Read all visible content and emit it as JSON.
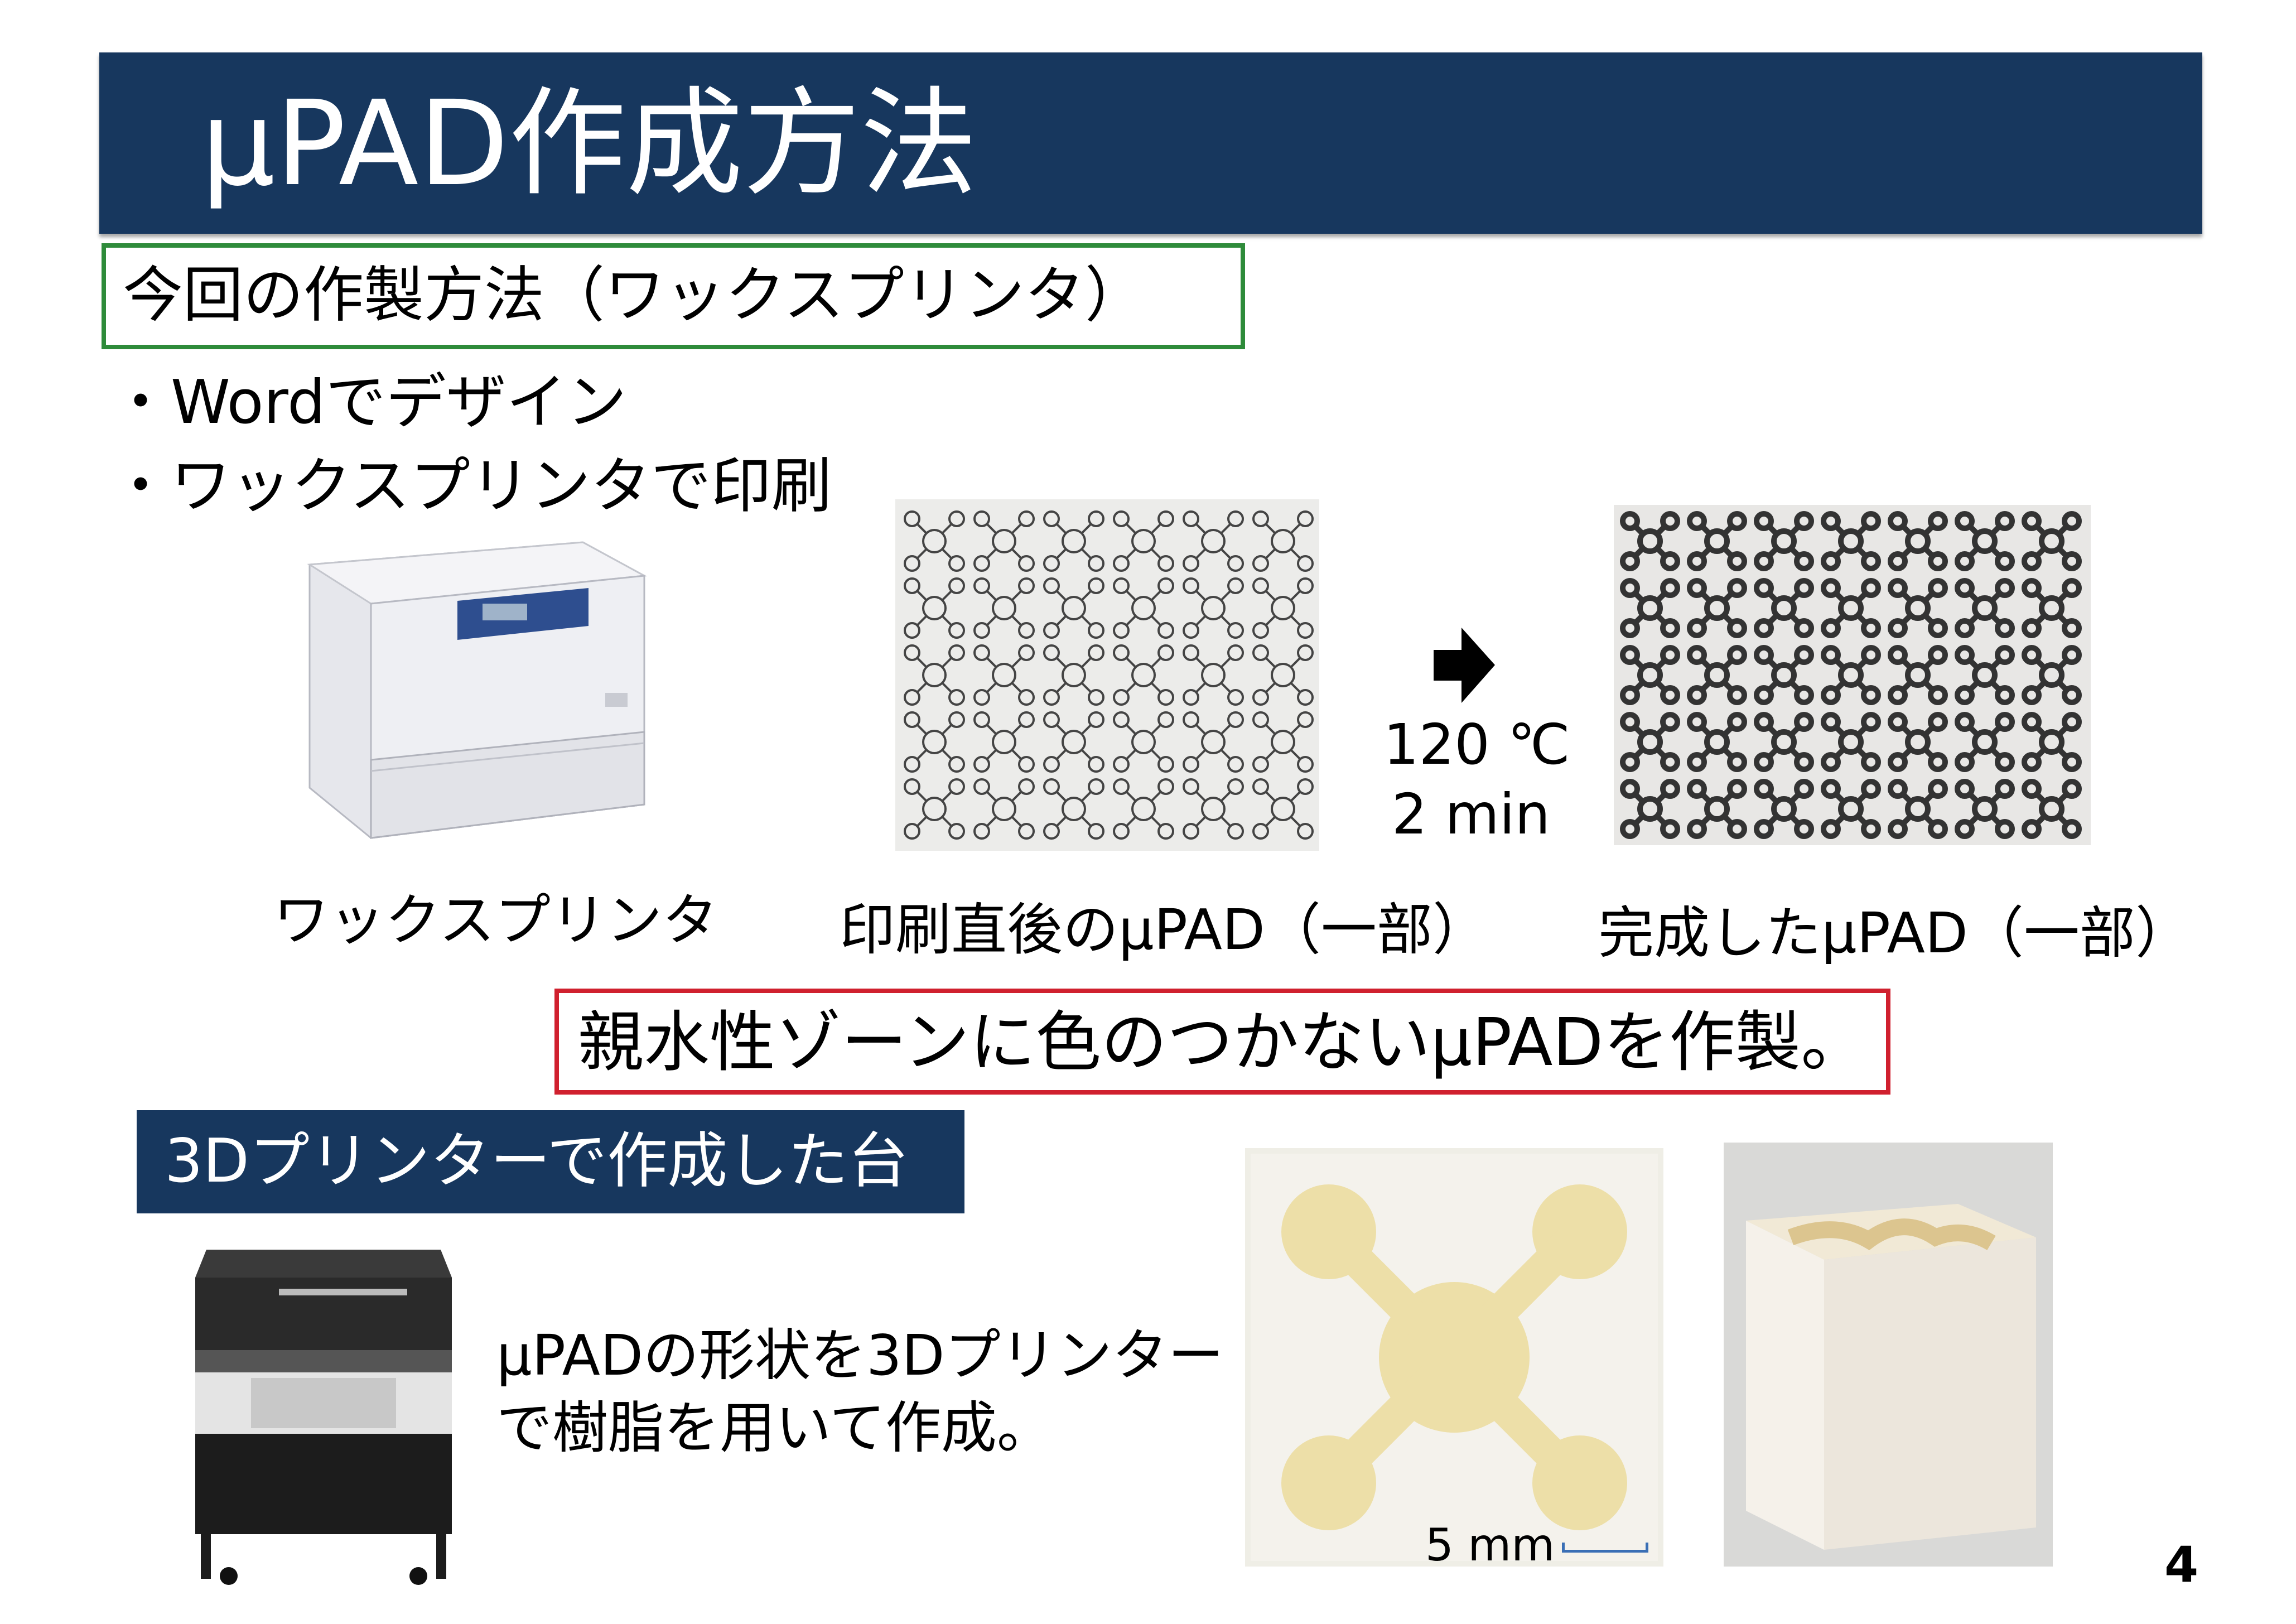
{
  "slide": {
    "title": "μPAD作成方法",
    "page_number": "4"
  },
  "method": {
    "heading": "今回の作製方法（ワックスプリンタ）",
    "bullets": [
      "・Wordでデザイン",
      "・ワックスプリンタで印刷"
    ]
  },
  "images": {
    "printer_caption": "ワックスプリンタ",
    "printed_caption": "印刷直後のμPAD（一部）",
    "finished_caption": "完成したμPAD（一部）"
  },
  "heating": {
    "temperature": "120 ℃",
    "duration": "2 min",
    "arrow_icon": "right-arrow-icon"
  },
  "statement": {
    "text": "親水性ゾーンに色のつかないμPADを作製。"
  },
  "stage_section": {
    "heading": "3Dプリンターで作成した台",
    "description_lines": [
      "μPADの形状を3Dプリンター",
      "で樹脂を用いて作成。"
    ],
    "scale_label": "5 mm"
  },
  "colors": {
    "title_bg": "#17375e",
    "green_border": "#2e8b3a",
    "red_border": "#d0202e",
    "scale_bar": "#3a6fb5"
  }
}
